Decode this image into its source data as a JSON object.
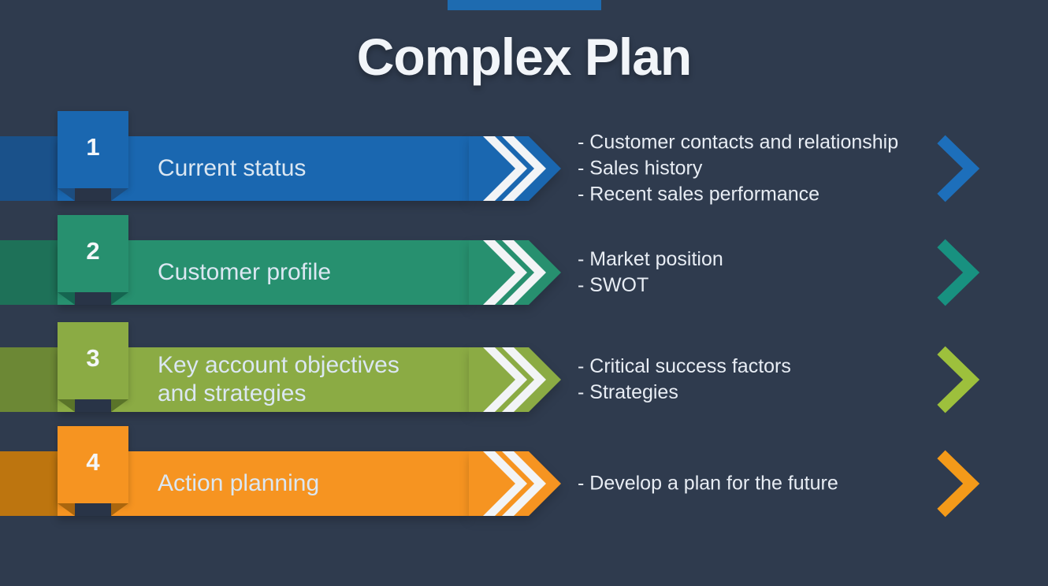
{
  "slide": {
    "title": "Complex Plan",
    "background_color": "#2f3b4e",
    "accent_bar_color": "#1e6bb0",
    "title_color": "#f2f5f9",
    "arrow_stripe_color": "#f2f4f6"
  },
  "steps": [
    {
      "number": "1",
      "label": "Current status",
      "bullets": [
        "- Customer contacts and relationship",
        "- Sales history",
        "- Recent sales performance"
      ],
      "colors": {
        "band": "#1a67b0",
        "strip": "#1a518a",
        "fold": "#1c4d80",
        "chevron": "#1d6fbb"
      }
    },
    {
      "number": "2",
      "label": "Customer profile",
      "bullets": [
        "- Market position",
        "- SWOT"
      ],
      "colors": {
        "band": "#27906f",
        "strip": "#1e7158",
        "fold": "#156550",
        "chevron": "#189180"
      }
    },
    {
      "number": "3",
      "label": "Key account objectives and strategies",
      "bullets": [
        "- Critical success factors",
        "- Strategies"
      ],
      "colors": {
        "band": "#8bab44",
        "strip": "#6c8835",
        "fold": "#5a7429",
        "chevron": "#9dc03c"
      }
    },
    {
      "number": "4",
      "label": "Action planning",
      "bullets": [
        "- Develop a plan for the future"
      ],
      "colors": {
        "band": "#f69421",
        "strip": "#bd750f",
        "fold": "#aa660e",
        "chevron": "#f49a19"
      }
    }
  ]
}
